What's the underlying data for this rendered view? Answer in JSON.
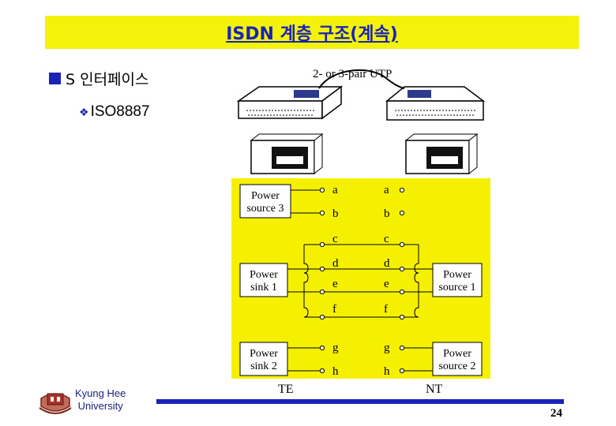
{
  "title": "ISDN 계층 구조(계속)",
  "bullets": {
    "level1": "S 인터페이스",
    "level2": "ISO8887"
  },
  "diagram": {
    "cable_label": "2- or 3-pair UTP",
    "left_end_label": "TE",
    "right_end_label": "NT",
    "left_boxes": [
      "Power source 3",
      "Power sink 1",
      "Power sink 2"
    ],
    "right_boxes": [
      "Power source 1",
      "Power source 2"
    ],
    "pins_left": [
      "a",
      "b",
      "c",
      "d",
      "e",
      "f",
      "g",
      "h"
    ],
    "pins_right": [
      "a",
      "b",
      "c",
      "d",
      "e",
      "f",
      "g",
      "h"
    ],
    "panel_color": "#f5f000"
  },
  "footer": {
    "university_line1": "Kyung Hee",
    "university_line2": "University",
    "page_number": "24"
  }
}
